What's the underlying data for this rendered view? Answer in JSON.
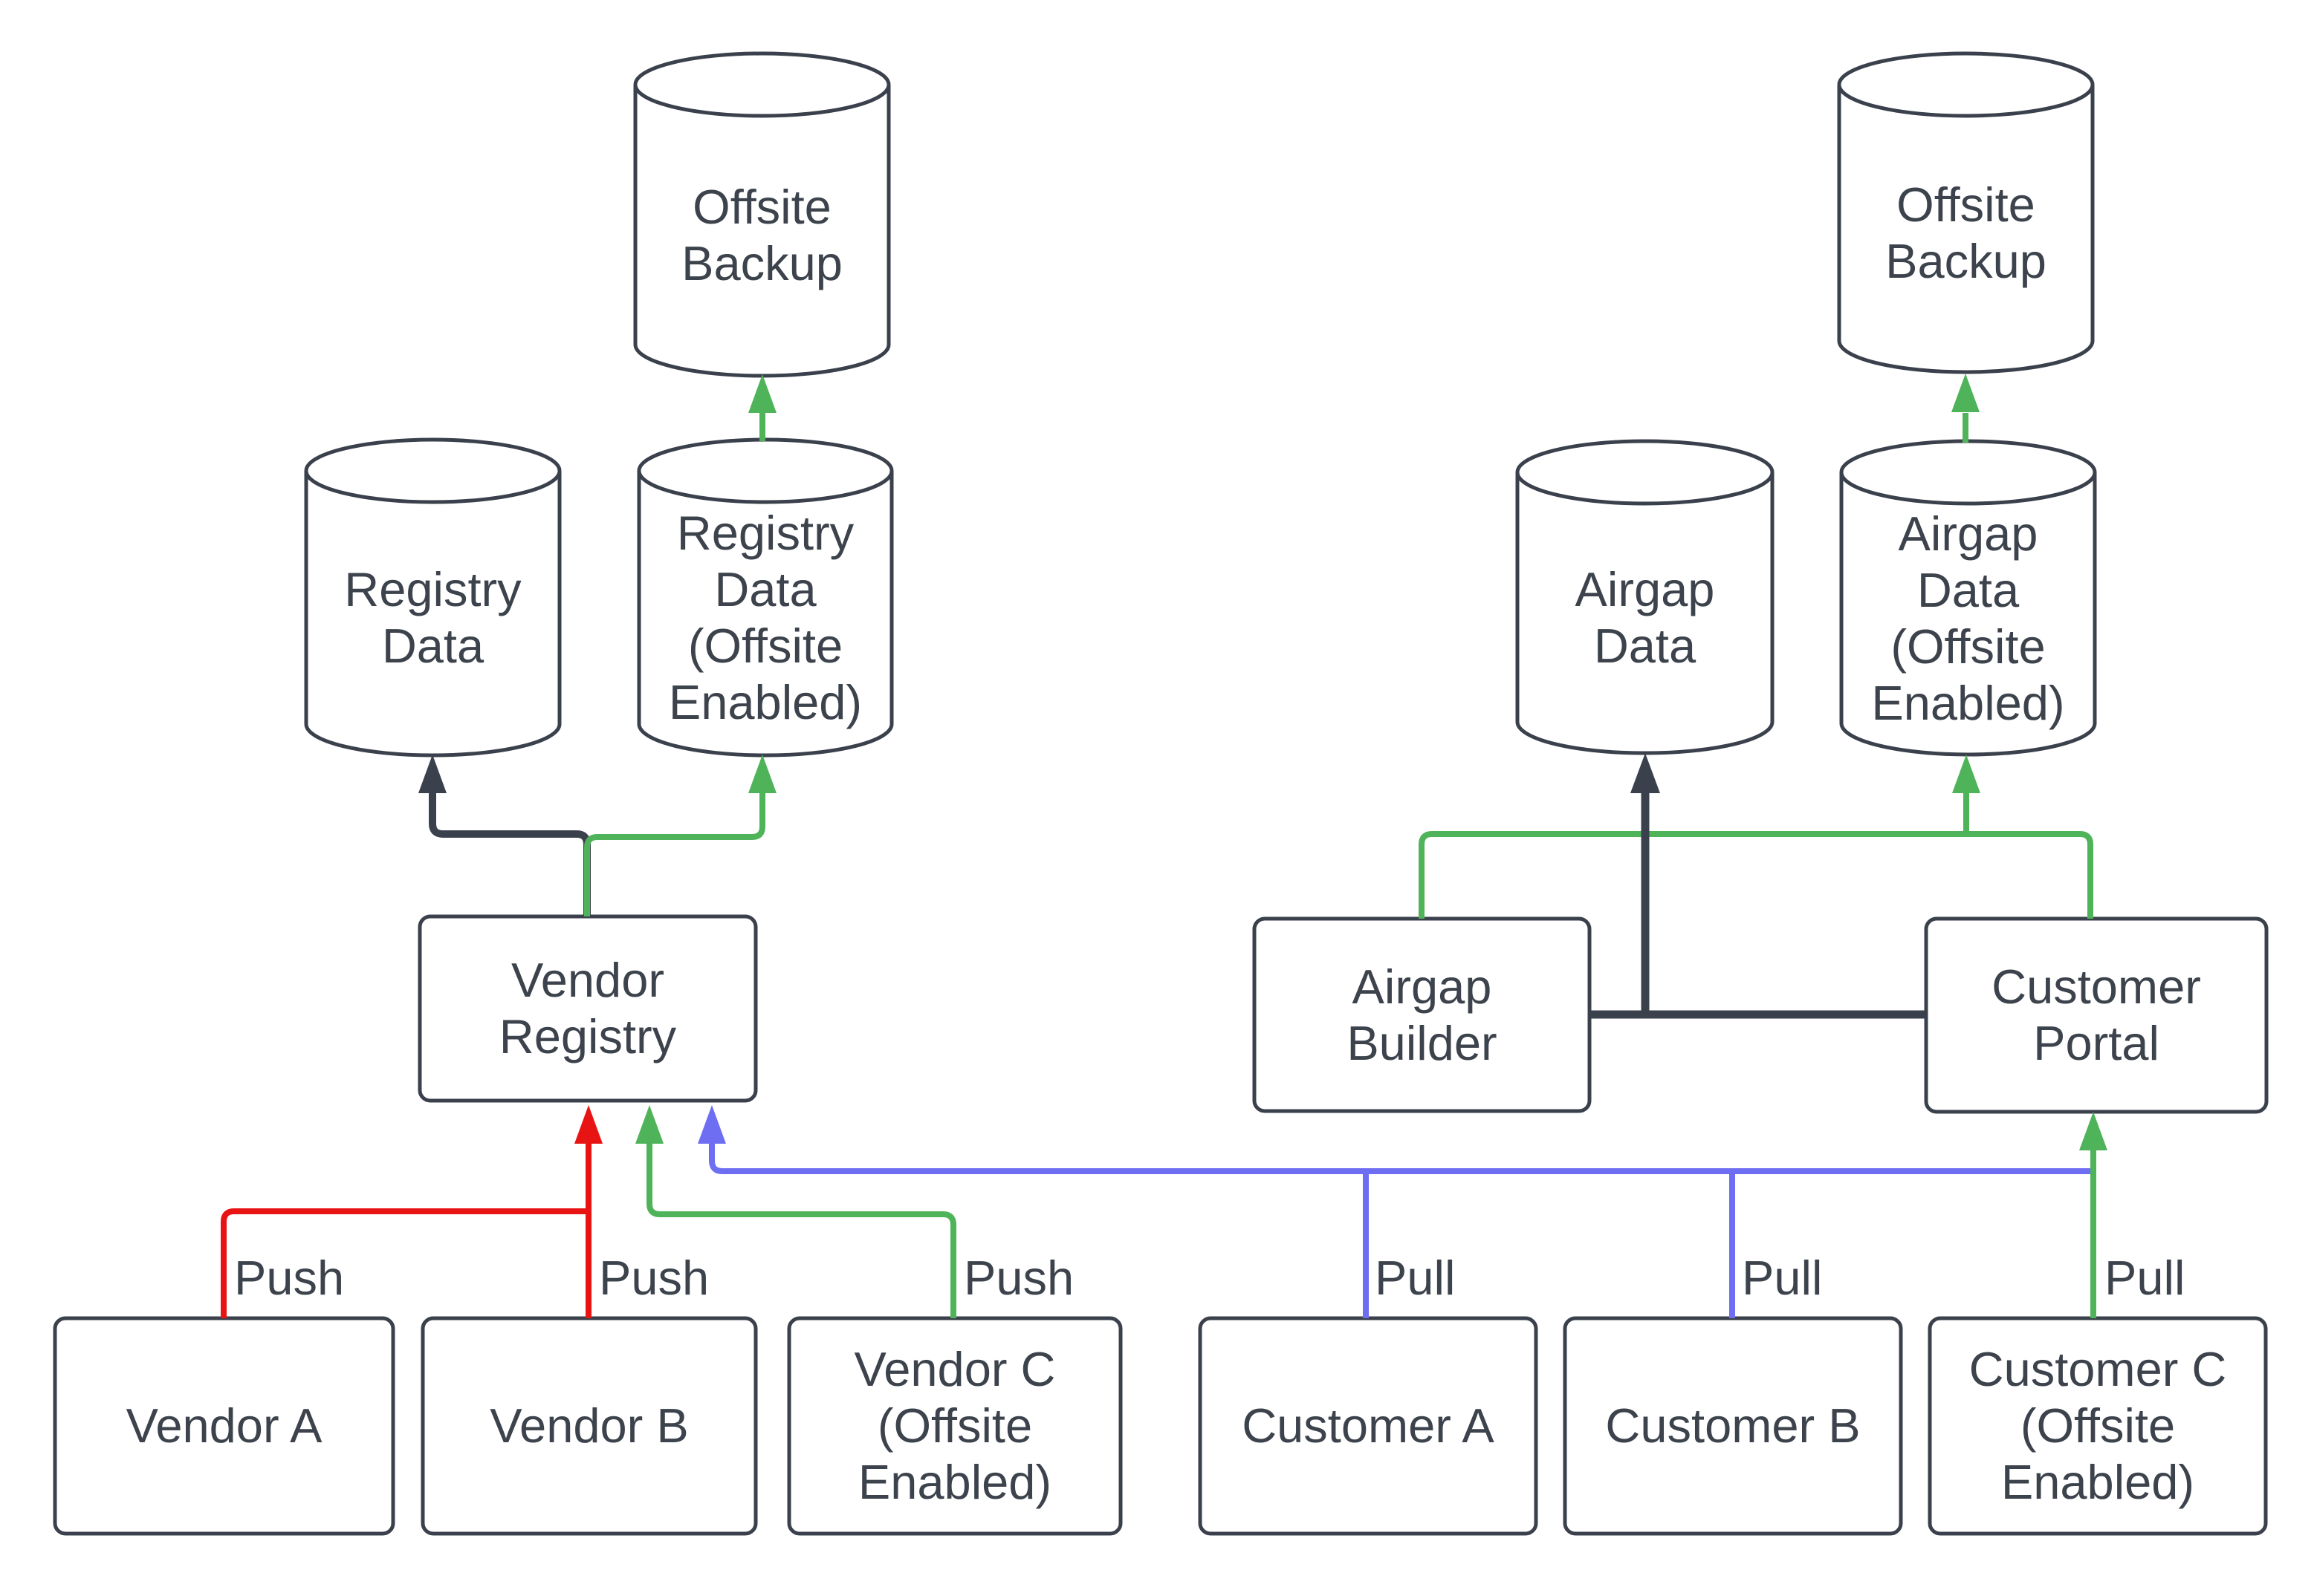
{
  "colors": {
    "background": "#ffffff",
    "stroke": "#3b414c",
    "text": "#3d434c",
    "red": "#e81414",
    "green": "#4fb35a",
    "blue": "#6e6ef2"
  },
  "nodes": {
    "offsite_backup_left": {
      "label": "Offsite\nBackup",
      "type": "cylinder"
    },
    "registry_data": {
      "label": "Registry\nData",
      "type": "cylinder"
    },
    "registry_data_offsite": {
      "label": "Registry\nData\n(Offsite\nEnabled)",
      "type": "cylinder"
    },
    "vendor_registry": {
      "label": "Vendor\nRegistry",
      "type": "rect"
    },
    "vendor_a": {
      "label": "Vendor A",
      "type": "rect"
    },
    "vendor_b": {
      "label": "Vendor B",
      "type": "rect"
    },
    "vendor_c": {
      "label": "Vendor C\n(Offsite\nEnabled)",
      "type": "rect"
    },
    "offsite_backup_right": {
      "label": "Offsite\nBackup",
      "type": "cylinder"
    },
    "airgap_data": {
      "label": "Airgap\nData",
      "type": "cylinder"
    },
    "airgap_data_offsite": {
      "label": "Airgap\nData\n(Offsite\nEnabled)",
      "type": "cylinder"
    },
    "airgap_builder": {
      "label": "Airgap\nBuilder",
      "type": "rect"
    },
    "customer_portal": {
      "label": "Customer\nPortal",
      "type": "rect"
    },
    "customer_a": {
      "label": "Customer A",
      "type": "rect"
    },
    "customer_b": {
      "label": "Customer B",
      "type": "rect"
    },
    "customer_c": {
      "label": "Customer C\n(Offsite\nEnabled)",
      "type": "rect"
    }
  },
  "edge_labels": {
    "push_vendor_a": "Push",
    "push_vendor_b": "Push",
    "push_vendor_c": "Push",
    "pull_customer_a": "Pull",
    "pull_customer_b": "Pull",
    "pull_customer_c": "Pull"
  }
}
